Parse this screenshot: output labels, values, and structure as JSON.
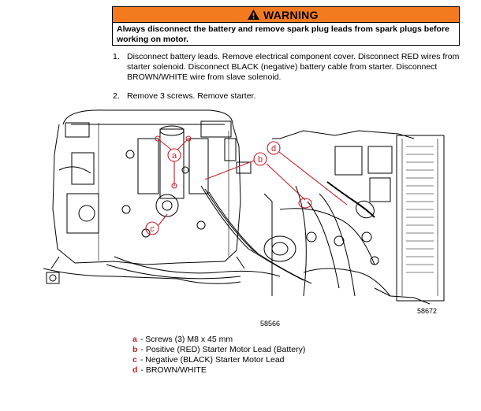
{
  "warning": {
    "title": "WARNING",
    "text": "Always disconnect the battery and remove spark plug leads from spark plugs before working on motor."
  },
  "steps": [
    {
      "num": "1.",
      "text": "Disconnect battery leads. Remove electrical component cover. Disconnect RED wires from starter solenoid. Disconnect BLACK (negative) battery cable from starter. Disconnect BROWN/WHITE wire from slave solenoid."
    },
    {
      "num": "2.",
      "text": "Remove 3 screws. Remove starter."
    }
  ],
  "figure": {
    "left_number": "58566",
    "right_number": "58672",
    "callouts": {
      "a": "a",
      "b": "b",
      "c": "c",
      "d": "d"
    }
  },
  "legend": [
    {
      "key": "a",
      "text": "- Screws (3) M8 x 45 mm"
    },
    {
      "key": "b",
      "text": "- Positive (RED) Starter Motor Lead (Battery)"
    },
    {
      "key": "c",
      "text": "- Negative (BLACK) Starter Motor Lead"
    },
    {
      "key": "d",
      "text": "- BROWN/WHITE"
    }
  ],
  "colors": {
    "warning_header": "#f47a1f",
    "callout_red": "#c8202a"
  }
}
